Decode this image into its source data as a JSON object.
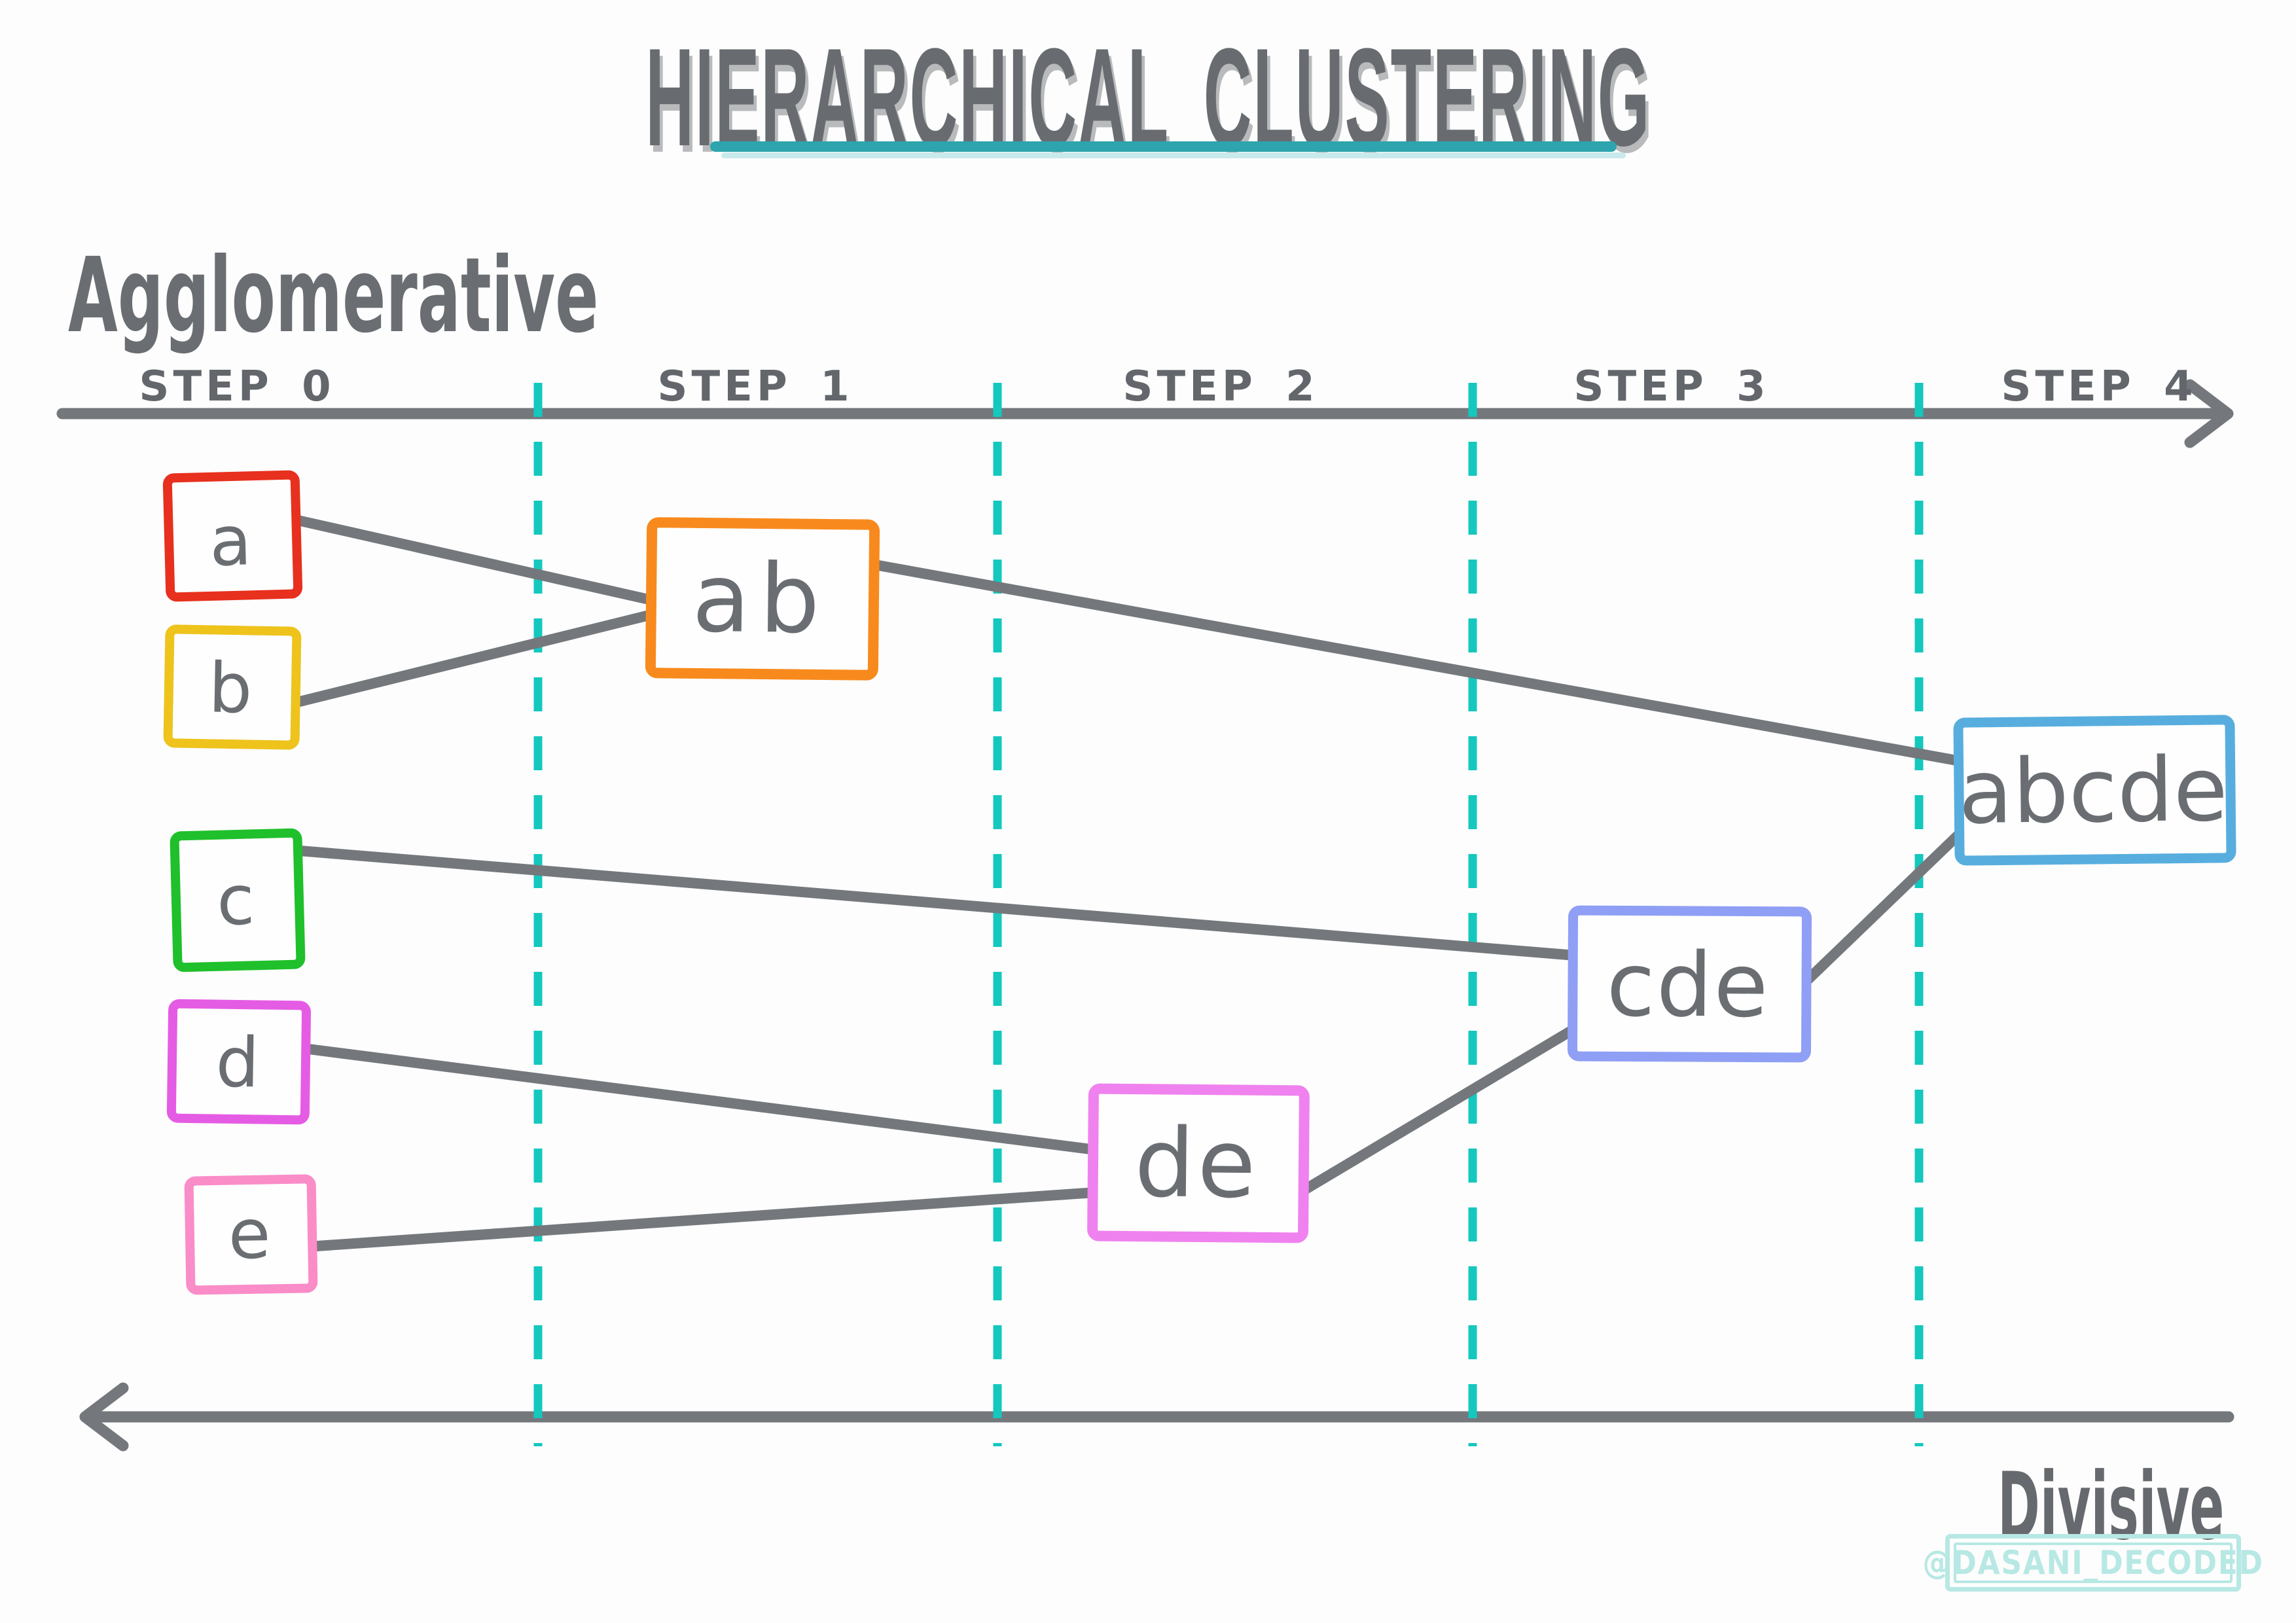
{
  "title": {
    "text": "HIERARCHICAL CLUSTERING",
    "text_color": "#686c71",
    "shadow_color": "#b8babc",
    "underline_color": "#2ea4ae"
  },
  "methods": {
    "agglomerative": "Agglomerative",
    "divisive": "Divisive"
  },
  "timeline": {
    "steps": [
      "STEP 0",
      "STEP 1",
      "STEP 2",
      "STEP 3",
      "STEP 4"
    ],
    "axis_color": "#74787c",
    "separator_color": "#14c8be",
    "label_color": "#63676c"
  },
  "edge_color": "#74787c",
  "clusters": [
    {
      "id": "a",
      "label": "a",
      "color": "#e7301e"
    },
    {
      "id": "b",
      "label": "b",
      "color": "#eec31c"
    },
    {
      "id": "c",
      "label": "c",
      "color": "#1fc02b"
    },
    {
      "id": "d",
      "label": "d",
      "color": "#e55ce4"
    },
    {
      "id": "e",
      "label": "e",
      "color": "#fa8cc8"
    },
    {
      "id": "ab",
      "label": "ab",
      "color": "#f88a1d"
    },
    {
      "id": "de",
      "label": "de",
      "color": "#ef82ee"
    },
    {
      "id": "cde",
      "label": "cde",
      "color": "#8f9ff5"
    },
    {
      "id": "abcde",
      "label": "abcde",
      "color": "#57aede"
    }
  ],
  "merges": [
    {
      "from": "a",
      "to": "ab"
    },
    {
      "from": "b",
      "to": "ab"
    },
    {
      "from": "c",
      "to": "cde"
    },
    {
      "from": "d",
      "to": "de"
    },
    {
      "from": "e",
      "to": "de"
    },
    {
      "from": "de",
      "to": "cde"
    },
    {
      "from": "ab",
      "to": "abcde"
    },
    {
      "from": "cde",
      "to": "abcde"
    }
  ],
  "watermark": {
    "text": "@DASANI_DECODED",
    "color": "#b7e8e4"
  }
}
